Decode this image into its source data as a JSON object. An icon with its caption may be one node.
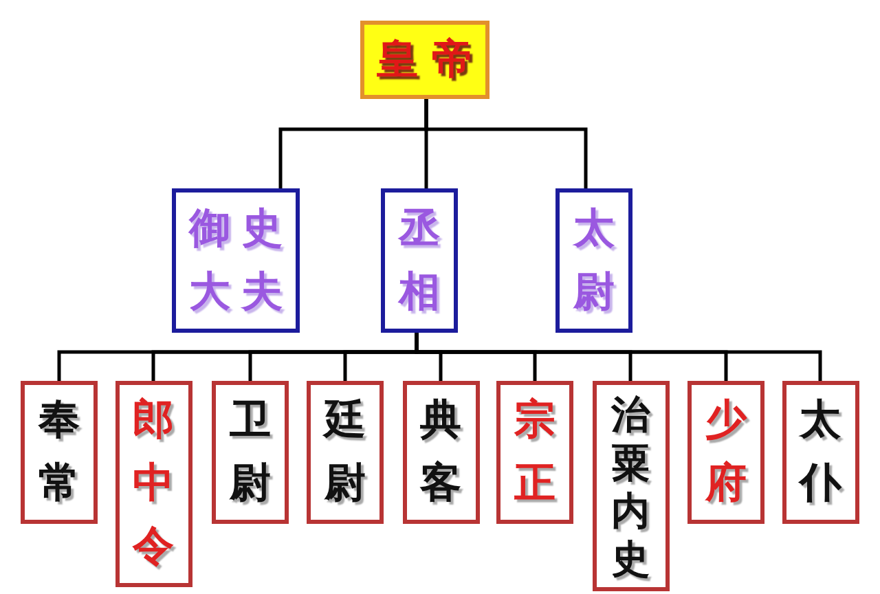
{
  "diagram": {
    "nodes": [
      {
        "text": [
          "皇帝"
        ]
      },
      {
        "text": [
          "御史大夫"
        ]
      },
      {
        "text": [
          "丞相"
        ]
      },
      {
        "text": [
          "太尉"
        ]
      },
      {
        "text": [
          "奉常"
        ]
      },
      {
        "text": [
          "郎中令"
        ]
      },
      {
        "text": [
          "卫尉"
        ]
      },
      {
        "text": [
          "廷尉"
        ]
      },
      {
        "text": [
          "典客"
        ]
      },
      {
        "text": [
          "宗正"
        ]
      },
      {
        "text": [
          "治粟内史"
        ]
      },
      {
        "text": [
          "少府"
        ]
      },
      {
        "text": [
          "太仆"
        ]
      }
    ],
    "edges": [
      {
        "from": 0,
        "to": 1,
        "arrow": "none"
      },
      {
        "from": 0,
        "to": 2,
        "arrow": "none"
      },
      {
        "from": 0,
        "to": 3,
        "arrow": "none"
      },
      {
        "from": 2,
        "to": 4,
        "arrow": "none"
      },
      {
        "from": 2,
        "to": 5,
        "arrow": "none"
      },
      {
        "from": 2,
        "to": 6,
        "arrow": "none"
      },
      {
        "from": 2,
        "to": 7,
        "arrow": "none"
      },
      {
        "from": 2,
        "to": 8,
        "arrow": "none"
      },
      {
        "from": 2,
        "to": 9,
        "arrow": "none"
      },
      {
        "from": 2,
        "to": 10,
        "arrow": "none"
      },
      {
        "from": 2,
        "to": 11,
        "arrow": "none"
      },
      {
        "from": 2,
        "to": 12,
        "arrow": "none"
      }
    ]
  }
}
